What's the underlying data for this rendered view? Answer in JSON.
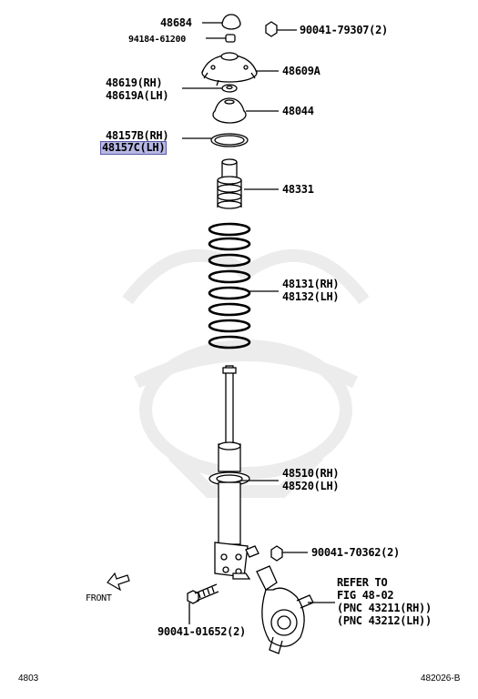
{
  "callouts": {
    "p48684": "48684",
    "p90041_79307": "90041-79307(2)",
    "p94184_61200": "94184-61200",
    "p48609a": "48609A",
    "p48619_rh": "48619(RH)",
    "p48619a_lh": "48619A(LH)",
    "p48044": "48044",
    "p48157b_rh": "48157B(RH)",
    "p48157c_lh": "48157C(LH)",
    "p48331": "48331",
    "p48131_rh": "48131(RH)",
    "p48132_lh": "48132(LH)",
    "p48510_rh": "48510(RH)",
    "p48520_lh": "48520(LH)",
    "p90041_70362": "90041-70362(2)",
    "p90041_01652": "90041-01652(2)",
    "refer": [
      "REFER TO",
      "FIG 48-02",
      "(PNC 43211(RH))",
      "(PNC 43212(LH))"
    ],
    "front": "FRONT"
  },
  "footer": {
    "left": "4803",
    "right": "482026-B"
  },
  "highlight": {
    "part": "48157C(LH)",
    "color": "#b7b7e4"
  }
}
